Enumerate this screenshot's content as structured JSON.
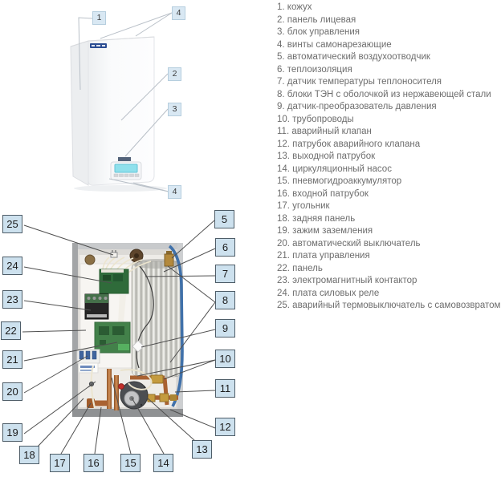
{
  "legend": {
    "items": [
      "1. кожух",
      "2. панель лицевая",
      "3. блок управления",
      "4. винты самонарезающие",
      "5. автоматический воздухоотводчик",
      "6. теплоизоляция",
      "7. датчик температуры теплоносителя",
      "8. блоки ТЭН с оболочкой из нержавеющей стали",
      "9. датчик-преобразователь давления",
      "10. трубопроводы",
      "11. аварийный клапан",
      "12. патрубок аварийного клапана",
      "13. выходной патрубок",
      "14. циркуляционный насос",
      "15. пневмогидроаккумулятор",
      "16. входной патрубок",
      "17. угольник",
      "18. задняя панель",
      "19. зажим заземления",
      "20. автоматический выключатель",
      "21. плата управления",
      "22. панель",
      "23. электромагнитный контактор",
      "24. плата силовых реле",
      "25. аварийный термовыключатель с самовозвратом"
    ]
  },
  "callouts": {
    "c1": "1",
    "c2": "2",
    "c3": "3",
    "c4": "4",
    "c5": "5",
    "c6": "6",
    "c7": "7",
    "c8": "8",
    "c9": "9",
    "c10": "10",
    "c11": "11",
    "c12": "12",
    "c13": "13",
    "c14": "14",
    "c15": "15",
    "c16": "16",
    "c17": "17",
    "c18": "18",
    "c19": "19",
    "c20": "20",
    "c21": "21",
    "c22": "22",
    "c23": "23",
    "c24": "24",
    "c25": "25"
  },
  "colors": {
    "callout_fill_front": "#d9e8f3",
    "callout_fill_internal": "#cde1ee",
    "callout_border_internal": "#4e5d68",
    "leader_line_dark": "#4f4f4f",
    "leader_line_light": "#b9c0c8",
    "display_screen_cyan": "#8fe0ec",
    "brand_blue": "#2b4d93",
    "pipe_copper": "#a96232",
    "safety_tube_blue": "#4071aa",
    "legend_text": "#6d6d6d"
  }
}
